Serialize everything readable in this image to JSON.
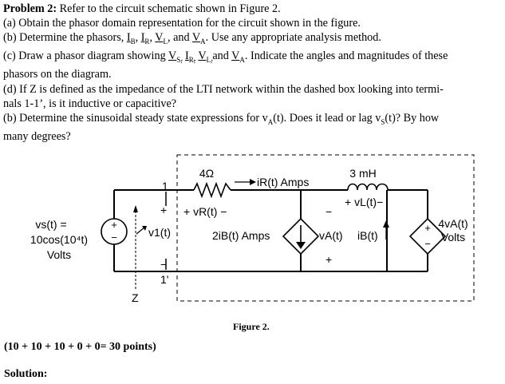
{
  "problem": {
    "heading": "Problem 2:",
    "intro": " Refer to the circuit schematic shown in Figure 2.",
    "a": "(a) Obtain the phasor domain representation for the circuit shown in the figure.",
    "b1_pre": "(b) Determine the phasors, ",
    "b1_ib": "I",
    "b1_ib_sub": "B",
    "b1_sep": ", ",
    "b1_ir": "I",
    "b1_ir_sub": "R",
    "b1_vl": "V",
    "b1_vl_sub": "L",
    "b1_and": ", and ",
    "b1_va": "V",
    "b1_va_sub": "A",
    "b1_post": ". Use any appropriate analysis method.",
    "c_pre": "(c) Draw a phasor diagram showing ",
    "c_vs": "V",
    "c_vs_sub": "S,",
    "c_ir": "I",
    "c_ir_sub": "R,",
    "c_vl": "V",
    "c_vl_sub": "L,",
    "c_and": "and ",
    "c_va": "V",
    "c_va_sub": "A",
    "c_post": ". Indicate the angles and magnitudes of these",
    "c_line2": "phasors on the diagram.",
    "d_line1": "(d) If Z is defined as the impedance of the LTI network within the dashed box looking into termi-",
    "d_line2": "nals 1-1’, is it inductive or capacitive?",
    "b2_pre": "(b) Determine the sinusoidal steady state expressions for v",
    "b2_sub1": "A",
    "b2_mid": "(t). Does it lead or lag v",
    "b2_sub2": "S",
    "b2_post": "(t)? By how",
    "b2_line2": "many degrees?"
  },
  "circuit": {
    "vs_line1": "vs(t) =",
    "vs_line2": "10cos(10⁴t)",
    "vs_line3": "Volts",
    "resistor": "4Ω",
    "ir_label": "iR(t) Amps",
    "vr_label": "+ vR(t) −",
    "inductor": "3 mH",
    "vl_label": "+ vL(t)−",
    "terminal_1": "1",
    "terminal_1p": "1'",
    "plus": "+",
    "minus": "−",
    "v1_label": "v1(t)",
    "ccs_label": "2iB(t) Amps",
    "va_label": "vA(t)",
    "ib_label": "iB(t)",
    "vcvs_line1": "4vA(t)",
    "vcvs_line2": "Volts",
    "z_label": "Z"
  },
  "figure_caption": "Figure 2.",
  "points": "(10 + 10 + 10 + 0 + 0= 30 points)",
  "solution": "Solution:"
}
